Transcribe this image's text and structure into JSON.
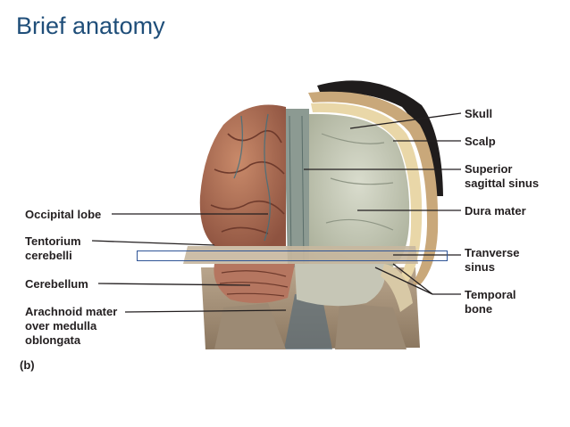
{
  "slide": {
    "title": "Brief anatomy"
  },
  "figure": {
    "panel_tag": "(b)",
    "labels_right": {
      "skull": "Skull",
      "scalp": "Scalp",
      "superior_sagittal_sinus": "Superior\nsagittal sinus",
      "dura_mater": "Dura mater",
      "transverse_sinus": "Tranverse\nsinus",
      "temporal_bone": "Temporal\nbone"
    },
    "labels_left": {
      "occipital_lobe": "Occipital lobe",
      "tentorium_cerebelli": "Tentorium\ncerebelli",
      "cerebellum": "Cerebellum",
      "arachnoid_mater": "Arachnoid mater\nover medulla\noblongata"
    }
  }
}
